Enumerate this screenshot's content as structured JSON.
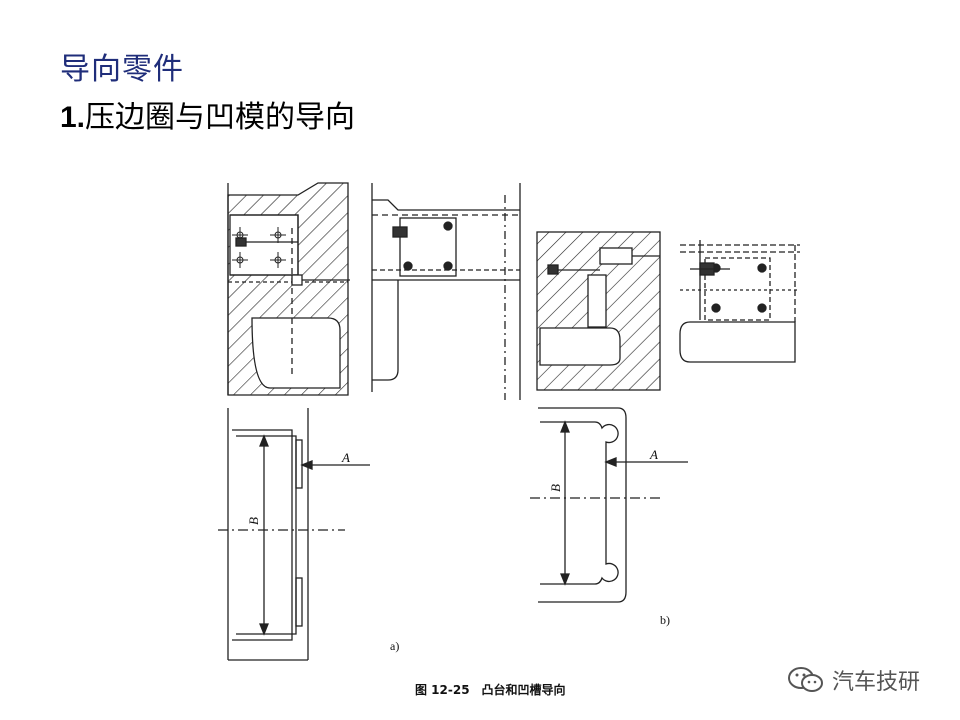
{
  "slide": {
    "title": "导向零件",
    "subtitle_number": "1.",
    "subtitle_text": "压边圈与凹模的导向"
  },
  "figure": {
    "label_a": "a)",
    "label_b": "b)",
    "dim_A": "A",
    "dim_B": "B",
    "caption": "图 12-25　凸台和凹槽导向"
  },
  "watermark": {
    "text": "汽车技研",
    "icon": "wechat-icon"
  }
}
